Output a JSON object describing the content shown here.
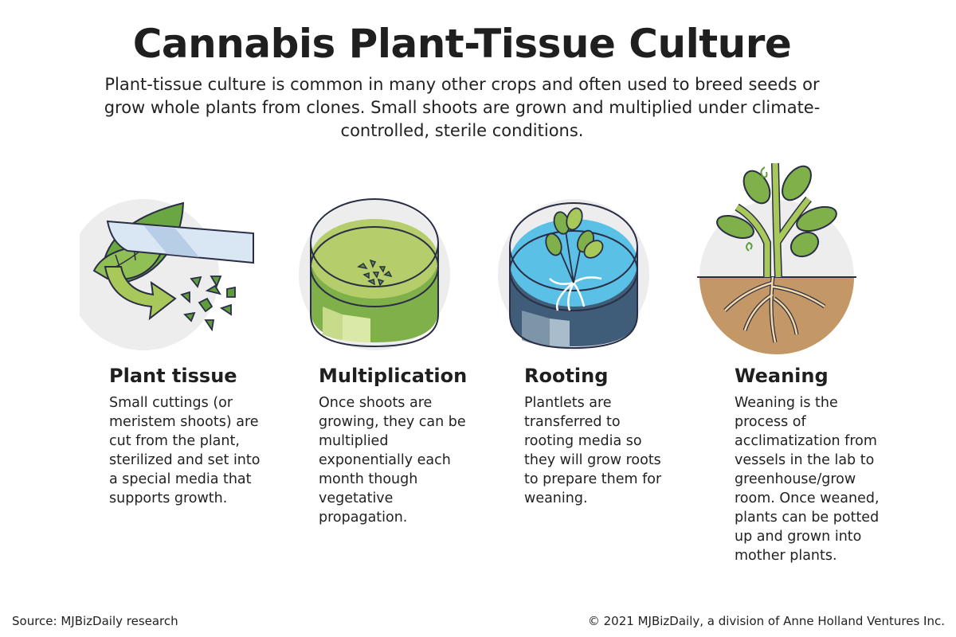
{
  "title": "Cannabis Plant-Tissue Culture",
  "subtitle": "Plant-tissue culture is common in many other crops and often used to breed seeds or grow whole plants from clones. Small shoots are grown and multiplied under climate-controlled, sterile conditions.",
  "steps": [
    {
      "heading": "Plant tissue",
      "body": "Small cuttings (or meristem shoots) are cut from the plant, sterilized and set into a special media that supports growth.",
      "icon": "leaf-knife-icon"
    },
    {
      "heading": "Multiplication",
      "body": "Once shoots are growing, they can be multiplied exponentially each month though vegetative propagation.",
      "icon": "petri-dish-icon"
    },
    {
      "heading": "Rooting",
      "body": "Plantlets are transferred to rooting media so they will grow roots to prepare them for weaning.",
      "icon": "rooting-dish-icon"
    },
    {
      "heading": "Weaning",
      "body": "Weaning is the process of acclimatization from vessels in the lab to greenhouse/grow room. Once weaned, plants can be potted up and grown into mother plants.",
      "icon": "potted-plant-roots-icon"
    }
  ],
  "footer": {
    "source": "Source: MJBizDaily research",
    "copyright": "© 2021 MJBizDaily, a division of Anne Holland Ventures Inc."
  },
  "colors": {
    "leaf": "#7fb04a",
    "media_green": "#b5cd6b",
    "water": "#5bc0e6",
    "soil": "#c39766",
    "outline": "#2a2e45",
    "bg_circle": "#ededee"
  }
}
